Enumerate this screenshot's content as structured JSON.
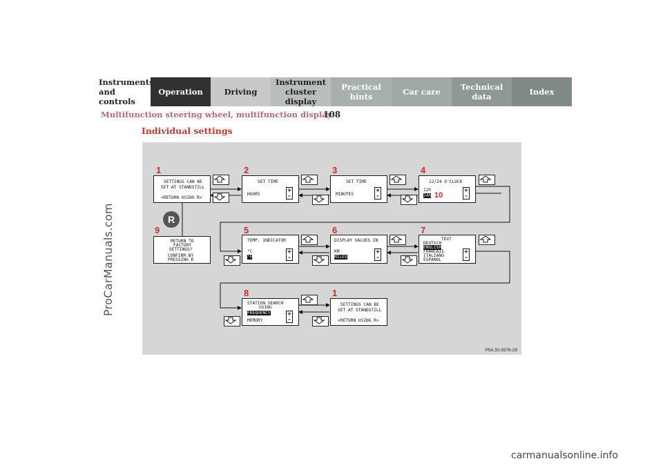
{
  "nav": {
    "tabs": [
      {
        "label_1": "Instruments",
        "label_2": "and controls"
      },
      {
        "label_1": "Operation"
      },
      {
        "label_1": "Driving"
      },
      {
        "label_1": "Instrument",
        "label_2": "cluster display"
      },
      {
        "label_1": "Practical hints"
      },
      {
        "label_1": "Car care"
      },
      {
        "label_1": "Technical",
        "label_2": "data"
      },
      {
        "label_1": "Index"
      }
    ],
    "active": "Operation"
  },
  "header": {
    "chapter": "Multifunction steering wheel, multifunction display",
    "page_number": "108"
  },
  "section_title": "Individual settings",
  "watermarks": {
    "side": "ProCarManuals.com",
    "bottom": "carmanualsonline.info"
  },
  "figure": {
    "code": "P54.30-3576-29",
    "r_button": "R",
    "screens": [
      {
        "id": "1",
        "lines": [
          "SETTINGS CAN BE",
          "SET AT STANDSTILL",
          "",
          "<RETURN USING R>"
        ]
      },
      {
        "id": "2",
        "lines": [
          "SET TIME",
          "",
          "HOURS"
        ]
      },
      {
        "id": "3",
        "lines": [
          "SET TIME",
          "",
          "MINUTES"
        ]
      },
      {
        "id": "4",
        "lines": [
          "12/24 O'CLOCK",
          "12h",
          "24h"
        ],
        "highlight": "24h",
        "callout": "10"
      },
      {
        "id": "5",
        "lines": [
          "TEMP. INDICATOR",
          "°C",
          "°F"
        ],
        "highlight": "°F"
      },
      {
        "id": "6",
        "lines": [
          "DISPLAY VALUES IN",
          "KM",
          "MILES"
        ],
        "highlight": "MILES"
      },
      {
        "id": "7",
        "lines": [
          "TEXT",
          "DEUTSCH",
          "ENGLISH",
          "FRANCAIS",
          "ITALIANO",
          "ESPANOL"
        ],
        "highlight": "ENGLISH"
      },
      {
        "id": "8",
        "lines": [
          "STATION SEARCH",
          "USING",
          "FREQUENCY",
          "MEMORY"
        ],
        "highlight": "FREQUENCY"
      },
      {
        "id": "1",
        "lines": [
          "SETTINGS CAN BE",
          "SET AT STANDSTILL",
          "",
          "<RETURN USING R>"
        ]
      },
      {
        "id": "9",
        "lines": [
          "RETURN TO",
          "FACTORY",
          "SETTINGS?",
          "CONFIRM BY",
          "PRESSING R"
        ]
      }
    ],
    "plus_minus": {
      "plus": "+",
      "minus": "–"
    },
    "colors": {
      "background": "#d6d6d6",
      "callout": "#d02a2a",
      "highlight": "#111111"
    }
  }
}
